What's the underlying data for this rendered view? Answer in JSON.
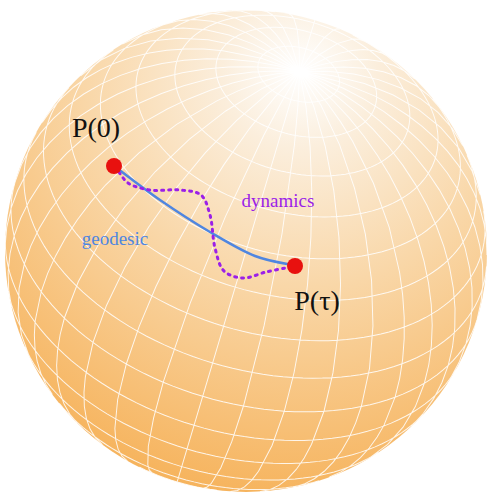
{
  "diagram": {
    "nodes": [
      {
        "text": [
          "P(0)"
        ]
      },
      {
        "text": [
          "P(τ)"
        ]
      }
    ],
    "edges": [
      {
        "from": 0,
        "to": 1,
        "arrow": "none",
        "label": "geodesic"
      },
      {
        "from": 0,
        "to": 1,
        "arrow": "none",
        "label": "dynamics"
      }
    ]
  }
}
